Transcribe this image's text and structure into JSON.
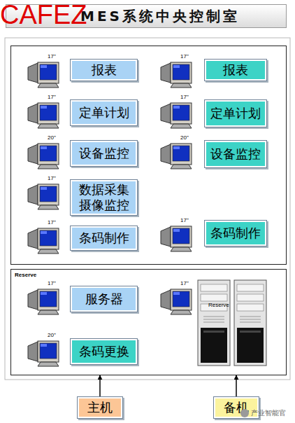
{
  "diagram": {
    "title": "MES系统中央控制室",
    "nodes": [
      {
        "text": []
      },
      {
        "text": [
          "报表"
        ],
        "in": 0
      },
      {
        "text": [
          "报表"
        ],
        "in": 0
      },
      {
        "text": [
          "定单计划"
        ],
        "in": 0
      },
      {
        "text": [
          "定单计划"
        ],
        "in": 0
      },
      {
        "text": [
          "设备监控"
        ],
        "in": 0
      },
      {
        "text": [
          "设备监控"
        ],
        "in": 0
      },
      {
        "text": [
          "数据采集 摄像监控"
        ],
        "in": 0
      },
      {
        "text": [
          "条码制作"
        ],
        "in": 0
      },
      {
        "text": [
          "条码制作"
        ],
        "in": 0
      },
      {
        "text": [
          "Reserve"
        ]
      },
      {
        "text": [
          "服务器"
        ],
        "in": 10
      },
      {
        "text": [
          "条码更换"
        ],
        "in": 10
      },
      {
        "text": [
          "主机"
        ]
      },
      {
        "text": [
          "备机"
        ]
      }
    ],
    "edges": [
      {
        "from": 13,
        "to": 10,
        "arrow": "to"
      },
      {
        "from": 14,
        "to": 10,
        "arrow": "to"
      }
    ],
    "labels": [
      "CAFEZ",
      "17\"",
      "17\"",
      "17\"",
      "17\"",
      "20\"",
      "20\"",
      "17\"",
      "17\"",
      "17\"",
      "17\"",
      "17\"",
      "Reserve",
      "20\"",
      "产业智能官"
    ]
  }
}
